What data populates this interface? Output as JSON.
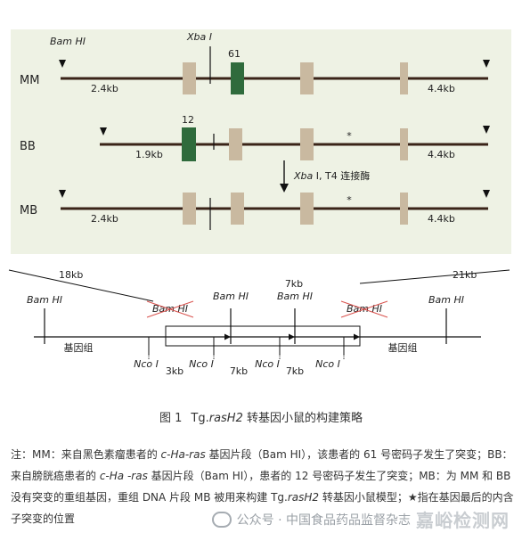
{
  "constructs": [
    {
      "label": "MM",
      "left_size": "2.4kb",
      "right_size": "4.4kb",
      "codon": "61",
      "site_label": "Bam HI",
      "xba_label": "Xba I",
      "star": ""
    },
    {
      "label": "BB",
      "left_size": "1.9kb",
      "right_size": "4.4kb",
      "codon": "12",
      "star": "*"
    },
    {
      "label": "MB",
      "left_size": "2.4kb",
      "right_size": "4.4kb",
      "star": "*"
    }
  ],
  "process_step": {
    "enzyme": "Xba",
    "rest": " I, T4 连接酶"
  },
  "transgene": {
    "left_flank_size": "18kb",
    "right_flank_size": "21kb",
    "copy_size": "7kb",
    "bamhi": "Bam HI",
    "nco": "Nco I",
    "genome_label": "基因组",
    "segment_sizes": [
      "3kb",
      "7kb",
      "7kb"
    ]
  },
  "caption": {
    "number": "图 1",
    "prefix": "Tg.",
    "gene": "rasH2",
    "suffix": " 转基因小鼠的构建策略"
  },
  "notes": {
    "p1": "注：MM：来自黑色素瘤患者的 ",
    "gene1": "c-Ha-ras",
    "p2": " 基因片段（Bam HI），该患者的 61 号密码子发生了突变；BB：来自膀胱癌患者的 ",
    "gene2": "c-Ha -ras",
    "p3": " 基因片段（Bam HI），患者的 12 号密码子发生了突变；MB：为 MM 和 BB 没有突变的重组基因，重组 DNA 片段 MB 被用来构建 Tg.",
    "gene3": "rasH2",
    "p4": " 转基因小鼠模型；★指在基因最后的内含子突变的位置"
  },
  "watermark": {
    "account": "公众号 · 中国食品药品监督杂志",
    "brand": "嘉峪检测网"
  },
  "colors": {
    "dna_line": "#3a2418",
    "exon": "#c9b9a0",
    "mutant_exon": "#2f6b3c",
    "panel": "#eef2e4",
    "strike": "#d9534f"
  }
}
